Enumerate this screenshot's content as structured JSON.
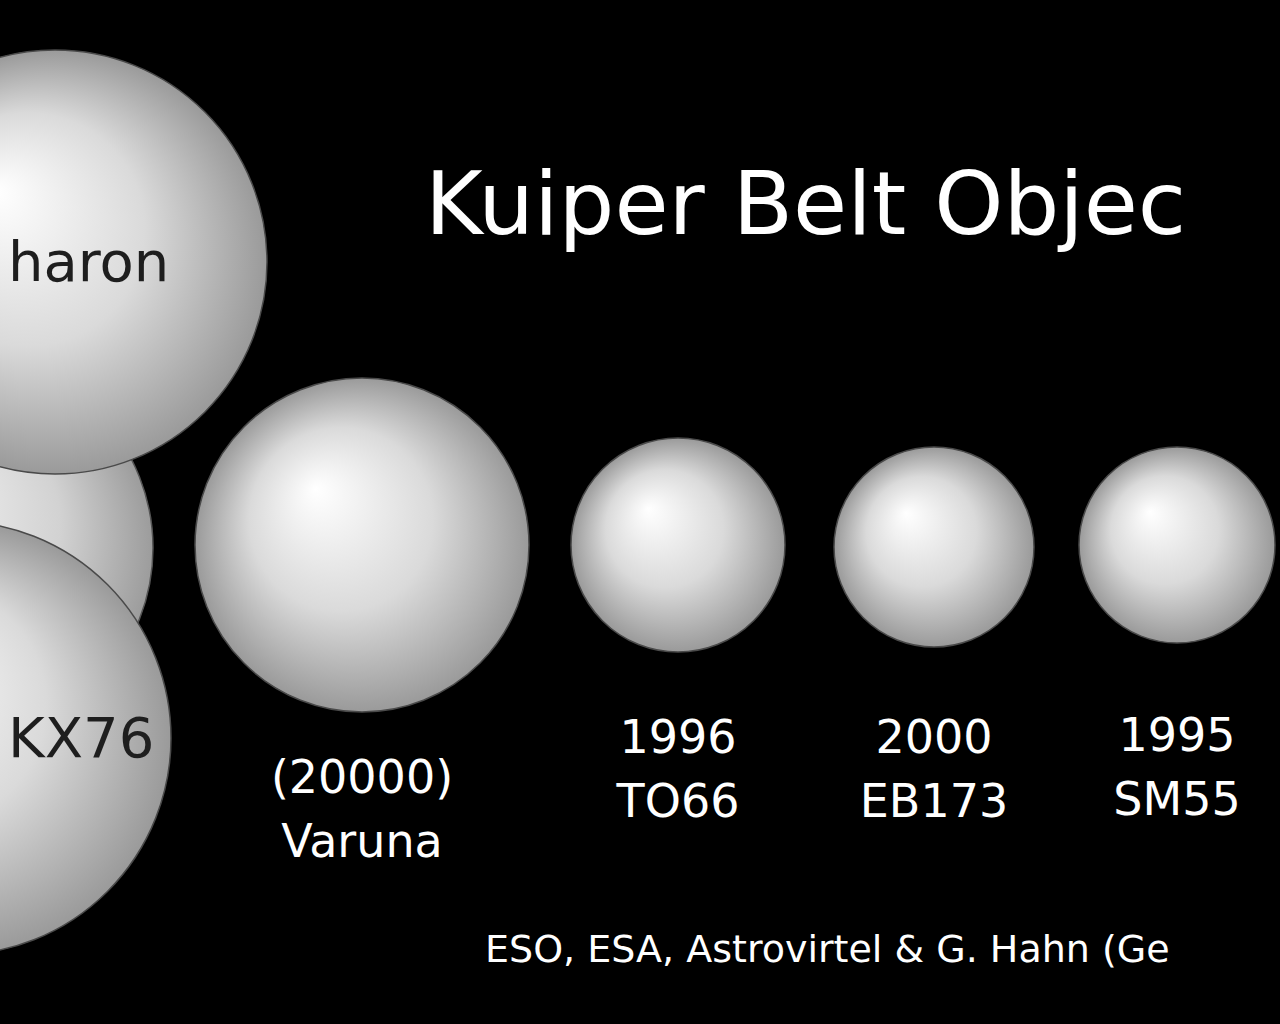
{
  "diagram": {
    "title": "Kuiper Belt Objec",
    "nodes": [
      {
        "text": [
          "haron"
        ]
      },
      {
        "text": [
          "KX76"
        ]
      },
      {
        "text": [
          "(20000) Varuna"
        ]
      },
      {
        "text": [
          "1996 TO66"
        ]
      },
      {
        "text": [
          "2000 EB173"
        ]
      },
      {
        "text": [
          "1995 SM55"
        ]
      }
    ],
    "labels": [
      "ESO, ESA, Astrovirtel & G. Hahn (Ge"
    ]
  }
}
